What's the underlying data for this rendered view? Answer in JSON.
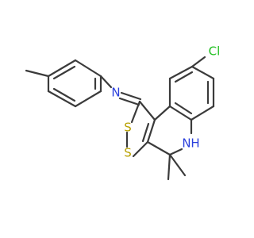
{
  "molecule": {
    "atoms": {
      "chlorine": {
        "label": "Cl",
        "color": "#1fbf1f"
      },
      "imine_nitrogen": {
        "label": "N",
        "color": "#2a3fdc"
      },
      "amine": {
        "label": "N",
        "label_h": "H",
        "color": "#2a3fdc"
      },
      "sulfur_upper": {
        "label": "S",
        "color": "#b8a100"
      },
      "sulfur_lower": {
        "label": "S",
        "color": "#b8a100"
      }
    },
    "bond_color": "#3b3b3b",
    "background": "#ffffff"
  }
}
